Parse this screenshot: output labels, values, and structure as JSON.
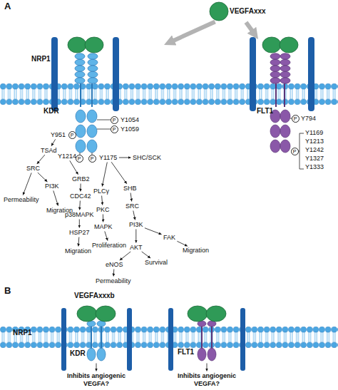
{
  "diagram": {
    "nodes": [
      {
        "text": [
          "VEGFAxxx"
        ]
      },
      {
        "text": [
          "KDR"
        ]
      },
      {
        "text": [
          "FLT1"
        ]
      },
      {
        "text": [
          "P"
        ]
      },
      {
        "text": [
          "P"
        ]
      },
      {
        "text": [
          "P"
        ]
      },
      {
        "text": [
          "Y951"
        ]
      },
      {
        "text": [
          "P"
        ]
      },
      {
        "text": [
          "Y1214"
        ]
      },
      {
        "text": [
          "P"
        ]
      },
      {
        "text": [
          "Y1175"
        ]
      },
      {
        "text": [
          "SHC/SCK"
        ]
      },
      {
        "text": [
          "TSAd"
        ]
      },
      {
        "text": [
          "SRC"
        ]
      },
      {
        "text": [
          "Permeability"
        ]
      },
      {
        "text": [
          "PI3K"
        ]
      },
      {
        "text": [
          "Migration"
        ]
      },
      {
        "text": [
          "GRB2"
        ]
      },
      {
        "text": [
          "CDC42"
        ]
      },
      {
        "text": [
          "p38MAPK"
        ]
      },
      {
        "text": [
          "HSP27"
        ]
      },
      {
        "text": [
          "Migration"
        ]
      },
      {
        "text": [
          "PLCγ"
        ]
      },
      {
        "text": [
          "PKC"
        ]
      },
      {
        "text": [
          "MAPK"
        ]
      },
      {
        "text": [
          "Proliferation"
        ]
      },
      {
        "text": [
          "SHB"
        ]
      },
      {
        "text": [
          "SRC"
        ]
      },
      {
        "text": [
          "PI3K"
        ]
      },
      {
        "text": [
          "FAK"
        ]
      },
      {
        "text": [
          "Migration"
        ]
      },
      {
        "text": [
          "AKT"
        ]
      },
      {
        "text": [
          "eNOS"
        ]
      },
      {
        "text": [
          "Permeability"
        ]
      },
      {
        "text": [
          "Survival"
        ]
      },
      {
        "text": [
          "P"
        ]
      },
      {
        "text": [
          "P"
        ]
      },
      {
        "text": [
          "VEGFAxxxb"
        ]
      },
      {
        "text": [
          "KDR"
        ]
      },
      {
        "text": [
          "FLT1"
        ]
      },
      {
        "text": [
          "Inhibits angiogenic VEGFA?"
        ]
      },
      {
        "text": [
          "Inhibits angiogenic VEGFA?"
        ]
      }
    ],
    "edges": [
      {
        "from": 0,
        "to": 1,
        "arrow": "to"
      },
      {
        "from": 0,
        "to": 2,
        "arrow": "to"
      },
      {
        "from": 6,
        "to": 12,
        "arrow": "to"
      },
      {
        "from": 12,
        "to": 13,
        "arrow": "to"
      },
      {
        "from": 13,
        "to": 14,
        "arrow": "to"
      },
      {
        "from": 13,
        "to": 15,
        "arrow": "to"
      },
      {
        "from": 15,
        "to": 16,
        "arrow": "to"
      },
      {
        "from": 8,
        "to": 17,
        "arrow": "to"
      },
      {
        "from": 17,
        "to": 18,
        "arrow": "to"
      },
      {
        "from": 18,
        "to": 19,
        "arrow": "to"
      },
      {
        "from": 19,
        "to": 20,
        "arrow": "to"
      },
      {
        "from": 20,
        "to": 21,
        "arrow": "to"
      },
      {
        "from": 10,
        "to": 11,
        "arrow": "to"
      },
      {
        "from": 10,
        "to": 22,
        "arrow": "to"
      },
      {
        "from": 10,
        "to": 26,
        "arrow": "to"
      },
      {
        "from": 22,
        "to": 23,
        "arrow": "to"
      },
      {
        "from": 23,
        "to": 24,
        "arrow": "to"
      },
      {
        "from": 24,
        "to": 25,
        "arrow": "to"
      },
      {
        "from": 26,
        "to": 27,
        "arrow": "to"
      },
      {
        "from": 27,
        "to": 28,
        "arrow": "to"
      },
      {
        "from": 28,
        "to": 29,
        "arrow": "to"
      },
      {
        "from": 29,
        "to": 30,
        "arrow": "to"
      },
      {
        "from": 28,
        "to": 31,
        "arrow": "to"
      },
      {
        "from": 31,
        "to": 32,
        "arrow": "to"
      },
      {
        "from": 32,
        "to": 33,
        "arrow": "to"
      },
      {
        "from": 31,
        "to": 34,
        "arrow": "to"
      },
      {
        "from": 38,
        "to": 40,
        "arrow": "to"
      },
      {
        "from": 39,
        "to": 41,
        "arrow": "to"
      }
    ],
    "labels": [
      "A",
      "NRP1",
      "Y1054",
      "Y1059",
      "Y794",
      "Y1169",
      "Y1213",
      "Y1242",
      "Y1327",
      "Y1333",
      "B",
      "NRP1"
    ]
  }
}
